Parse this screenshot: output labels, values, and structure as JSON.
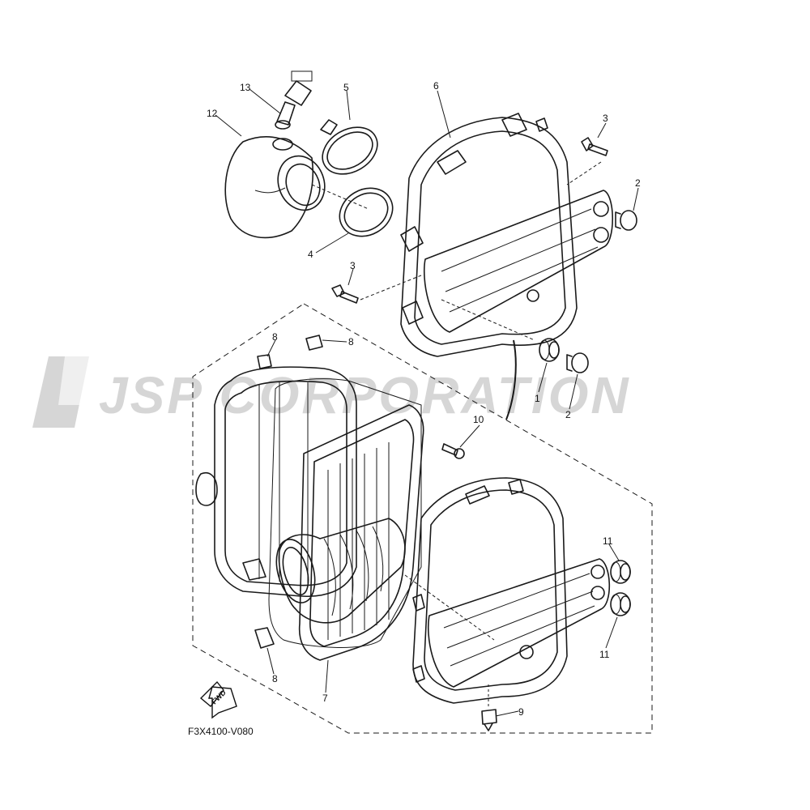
{
  "watermark": {
    "text": "JSP CORPORATION",
    "color": "#d6d6d6"
  },
  "diagram_code": "F3X4100-V080",
  "fwd_label": "FWD",
  "callouts": {
    "c1": "1",
    "c2a": "2",
    "c2b": "2",
    "c3a": "3",
    "c3b": "3",
    "c4": "4",
    "c5": "5",
    "c6": "6",
    "c7": "7",
    "c8a": "8",
    "c8b": "8",
    "c8c": "8",
    "c9": "9",
    "c10": "10",
    "c11a": "11",
    "c11b": "11",
    "c12": "12",
    "c13": "13"
  }
}
